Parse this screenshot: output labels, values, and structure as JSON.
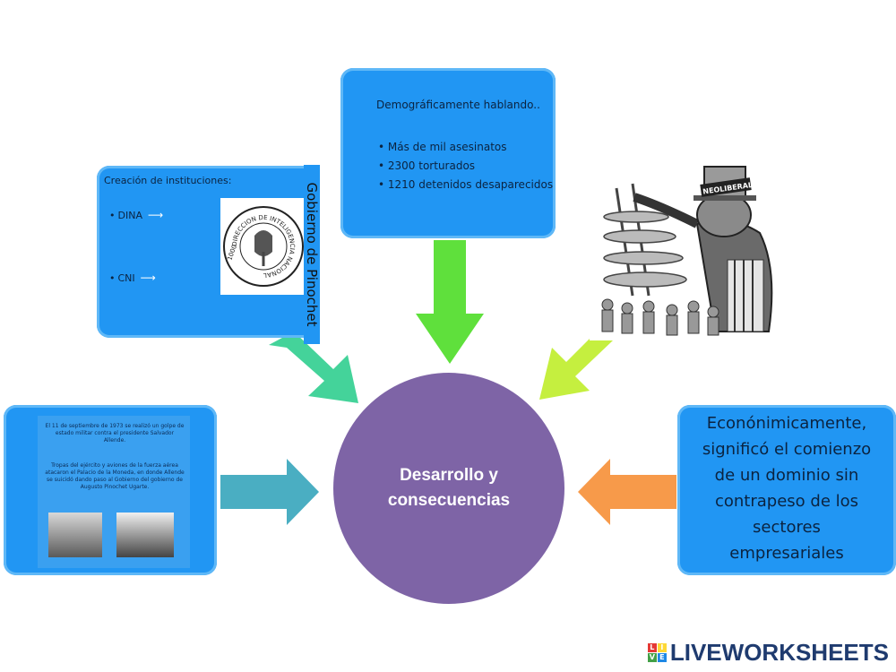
{
  "center": {
    "line1": "Desarrollo y",
    "line2": "consecuencias"
  },
  "gobierno_box": {
    "title": "Creación de instituciones:",
    "side_label": "Gobierno de Pinochet",
    "items": [
      {
        "label": "DINA",
        "note": ""
      },
      {
        "label": "CNI",
        "note": ""
      }
    ],
    "seal_text": "DIRECCION DE INTELIGENCIA NACIONAL",
    "seal_number": "1000"
  },
  "demografico_box": {
    "title": "Demográficamente hablando..",
    "bullets": [
      "Más de mil asesinatos",
      "2300 torturados",
      "1210 detenidos desaparecidos"
    ]
  },
  "golpe_box": {
    "paragraph1": "El 11 de septiembre de 1973 se realizó un golpe de estado militar contra el presidente Salvador Allende.",
    "paragraph2": "Tropas del ejército y aviones de la fuerza aérea atacaron el Palacio de la Moneda, en donde Allende se suicidó dando paso al Gobierno del gobierno de Augusto Pinochet Ugarte."
  },
  "economico_box": {
    "lines": [
      "Econónimicamente,",
      "significó el comienzo",
      "de un dominio sin",
      "contrapeso de los",
      "sectores",
      "empresariales"
    ]
  },
  "cartoon": {
    "hat_text": "NEOLIBERALISMO"
  },
  "logo": {
    "text": "LIVEWORKSHEETS",
    "blocks": [
      "L",
      "I",
      "V",
      "E"
    ]
  },
  "colors": {
    "box_blue": "#2196f3",
    "center_purple": "#7e64a6",
    "arrow_teal": "#44d39a",
    "arrow_green": "#5fe03c",
    "arrow_lime": "#c5ef3f",
    "arrow_cyan": "#4aaec2",
    "arrow_orange": "#f79a4a"
  }
}
